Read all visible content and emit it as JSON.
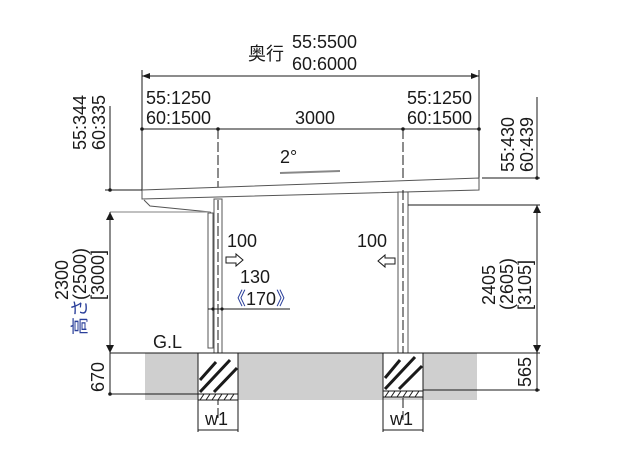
{
  "depth": {
    "label": "奥行",
    "line1": "55:5500",
    "line2": "60:6000"
  },
  "overhang_left": {
    "line1": "55:1250",
    "line2": "60:1500"
  },
  "overhang_right": {
    "line1": "55:1250",
    "line2": "60:1500"
  },
  "span": "3000",
  "slope": "2°",
  "left_roof_height": {
    "line1": "55:344",
    "line2": "60:335"
  },
  "right_roof_height": {
    "line1": "55:430",
    "line2": "60:439"
  },
  "left_height": {
    "label": "高さ",
    "v1": "2300",
    "v2": "(2500)",
    "v3": "[3000]"
  },
  "right_height": {
    "v1": "2405",
    "v2": "(2605)",
    "v3": "[3105]"
  },
  "ground_label": "G.L",
  "left_footing_depth": "670",
  "right_footing_depth": "565",
  "footing_width": "w1",
  "left_post_offset": {
    "v1": "100",
    "v2": "130",
    "v3": "170",
    "bracket_open": "《",
    "bracket_close": "》"
  },
  "right_post_offset": "100",
  "colors": {
    "ground": "#cfcfcf",
    "accent_blue": "#2a3f9a"
  }
}
